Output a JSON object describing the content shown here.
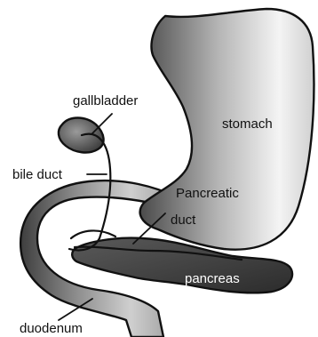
{
  "labels": {
    "gallbladder": "gallbladder",
    "stomach": "stomach",
    "bile_duct": "bile duct",
    "pancreatic": "Pancreatic",
    "duct": "duct",
    "pancreas": "pancreas",
    "duodenum": "duodenum"
  },
  "colors": {
    "outline": "#111111",
    "organ_dark": "#3a3a3a",
    "organ_mid": "#8a8a8a",
    "organ_light": "#f2f2f2",
    "pancreas": "#3c3c3c",
    "background": "#ffffff"
  }
}
